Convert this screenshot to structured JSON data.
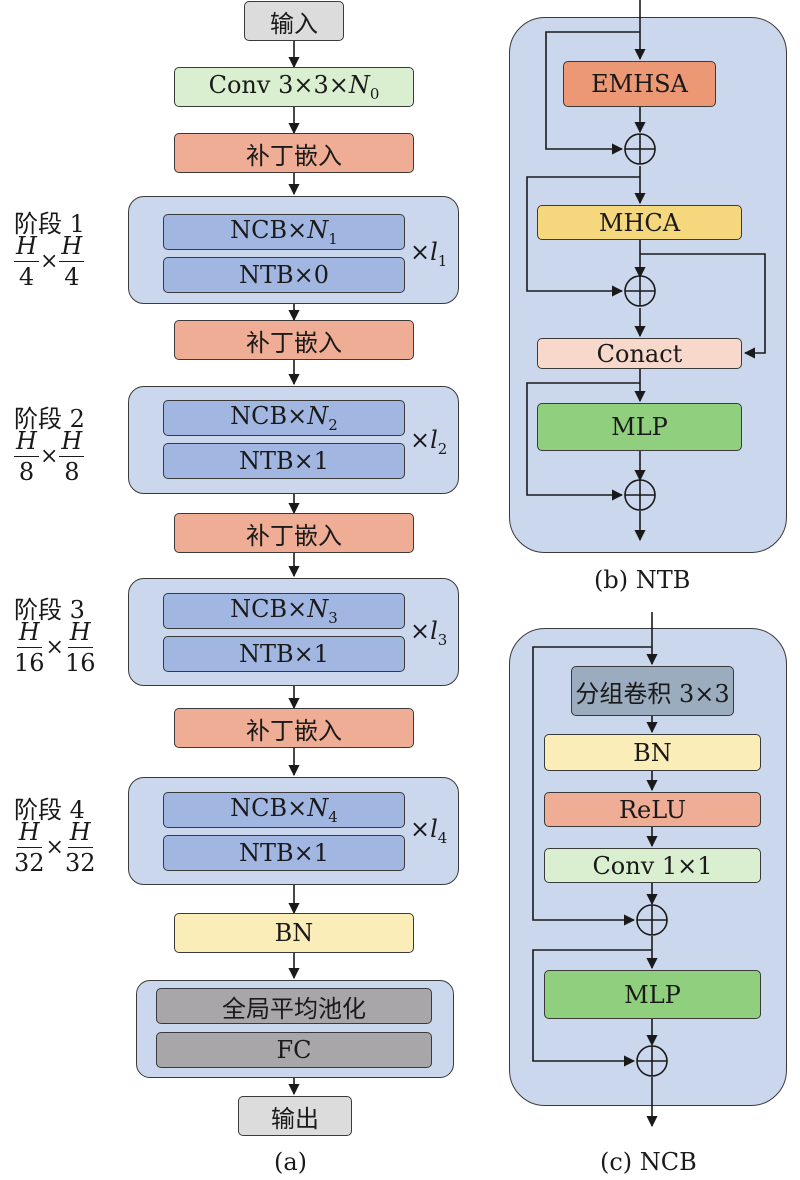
{
  "a": {
    "input": "输入",
    "conv": {
      "text": "Conv 3×3×",
      "var": "N",
      "sub": "0"
    },
    "patch_embed": "补丁嵌入",
    "stages": [
      {
        "name": "阶段 1",
        "frac_num": "H",
        "frac_den": "4",
        "ncb_text": "NCB×",
        "ncb_var": "N",
        "ncb_sub": "1",
        "ntb": "NTB×0",
        "rep_var": "l",
        "rep_sub": "1"
      },
      {
        "name": "阶段 2",
        "frac_num": "H",
        "frac_den": "8",
        "ncb_text": "NCB×",
        "ncb_var": "N",
        "ncb_sub": "2",
        "ntb": "NTB×1",
        "rep_var": "l",
        "rep_sub": "2"
      },
      {
        "name": "阶段 3",
        "frac_num": "H",
        "frac_den": "16",
        "ncb_text": "NCB×",
        "ncb_var": "N",
        "ncb_sub": "3",
        "ntb": "NTB×1",
        "rep_var": "l",
        "rep_sub": "3"
      },
      {
        "name": "阶段 4",
        "frac_num": "H",
        "frac_den": "32",
        "ncb_text": "NCB×",
        "ncb_var": "N",
        "ncb_sub": "4",
        "ntb": "NTB×1",
        "rep_var": "l",
        "rep_sub": "4"
      }
    ],
    "bn": "BN",
    "gap": "全局平均池化",
    "fc": "FC",
    "output": "输出",
    "caption": "(a)"
  },
  "b": {
    "emhsa": "EMHSA",
    "mhca": "MHCA",
    "concat": "Conact",
    "mlp": "MLP",
    "caption": "(b) NTB"
  },
  "c": {
    "gconv": "分组卷积 3×3",
    "bn": "BN",
    "relu": "ReLU",
    "conv": "Conv 1×1",
    "mlp": "MLP",
    "caption": "(c) NCB"
  },
  "times_symbol": "×",
  "colors": {
    "panel": "#cbd7ec",
    "input": "#dcdcdc",
    "conv": "#d9efcf",
    "patch_embed": "#f0ad95",
    "ncb_ntb": "#a2b6e2",
    "bn": "#fbedb8",
    "head": "#a9a6aa",
    "emhsa": "#ec9875",
    "mhca": "#f5d87e",
    "concat": "#f7d8cb",
    "mlp": "#8fcf7d",
    "gconv": "#9bacbe"
  }
}
